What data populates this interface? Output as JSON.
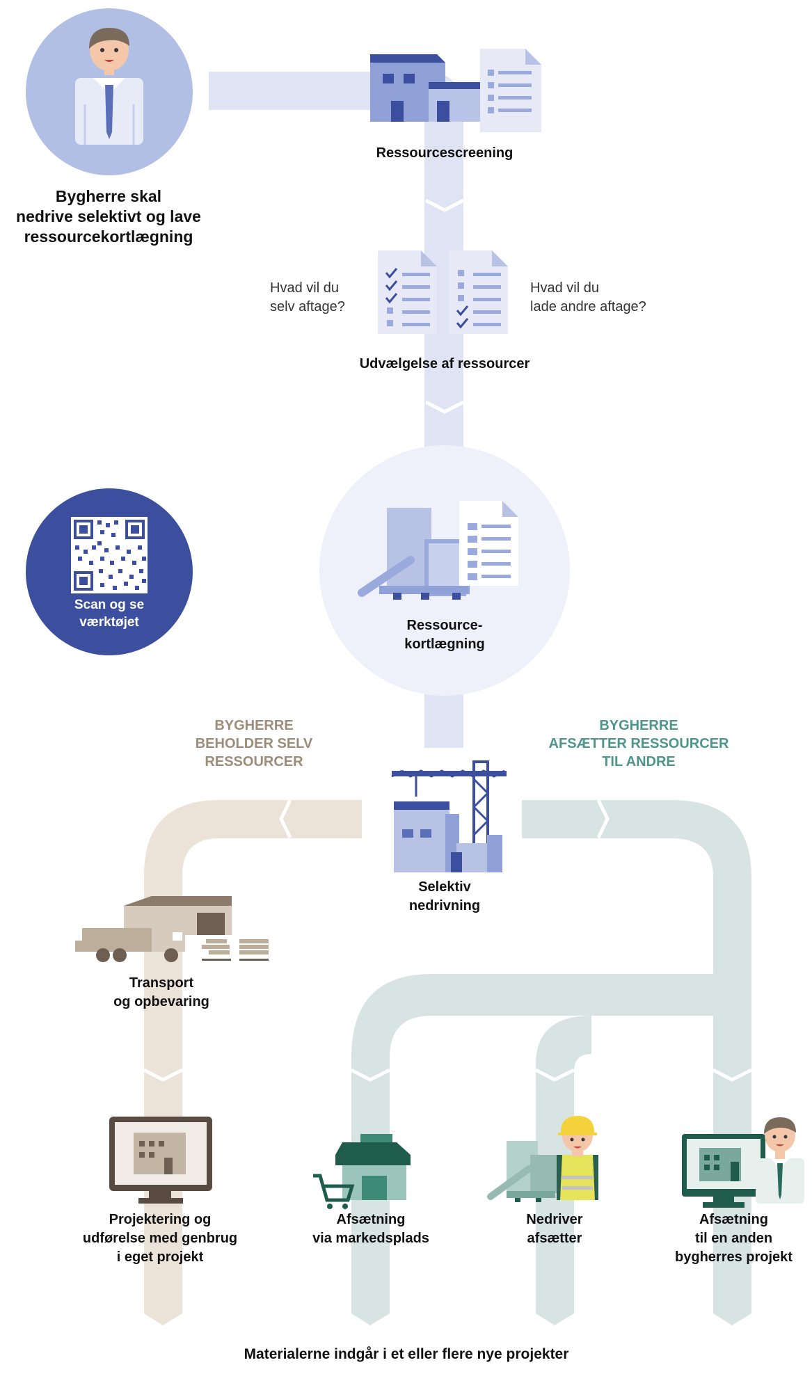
{
  "owner": {
    "lines": [
      "Bygherre skal",
      "nedrive selektivt og lave",
      "ressourcekortlægning"
    ]
  },
  "screening": {
    "label": "Ressourcescreening"
  },
  "selection": {
    "label": "Udvælgelse af ressourcer",
    "question_left": [
      "Hvad vil du",
      "selv aftage?"
    ],
    "question_right": [
      "Hvad vil du",
      "lade andre aftage?"
    ]
  },
  "mapping": {
    "lines": [
      "Ressource-",
      "kortlægning"
    ]
  },
  "qr": {
    "lines": [
      "Scan og se",
      "værktøjet"
    ]
  },
  "branch_left": {
    "lines": [
      "BYGHERRE",
      "BEHOLDER SELV",
      "RESSOURCER"
    ],
    "color": "#9c8c7a"
  },
  "branch_right": {
    "lines": [
      "BYGHERRE",
      "AFSÆTTER RESSOURCER",
      "TIL ANDRE"
    ],
    "color": "#4d9689"
  },
  "demolition": {
    "lines": [
      "Selektiv",
      "nedrivning"
    ]
  },
  "transport": {
    "lines": [
      "Transport",
      "og opbevaring"
    ]
  },
  "outcomes": [
    {
      "lines": [
        "Projektering og",
        "udførelse med genbrug",
        "i eget projekt"
      ]
    },
    {
      "lines": [
        "Afsætning",
        "via markedsplads"
      ]
    },
    {
      "lines": [
        "Nedriver",
        "afsætter"
      ]
    },
    {
      "lines": [
        "Afsætning",
        "til en anden",
        "bygherres projekt"
      ]
    }
  ],
  "footer": {
    "label": "Materialerne indgår i et eller flere nye projekter"
  },
  "colors": {
    "main_flow": "#dfe3f3",
    "left_flow": "#ebe2d8",
    "right_flow": "#d8e4e2",
    "blue_accent": "#3b4f9e",
    "teal_accent": "#2a6a5a"
  },
  "icons": [
    "person-icon",
    "building-icon",
    "document-icon",
    "checklist-icon",
    "building-materials-icon",
    "qr-code-icon",
    "crane-icon",
    "truck-warehouse-icon",
    "monitor-building-icon",
    "market-shop-icon",
    "worker-icon",
    "monitor-person-icon"
  ]
}
